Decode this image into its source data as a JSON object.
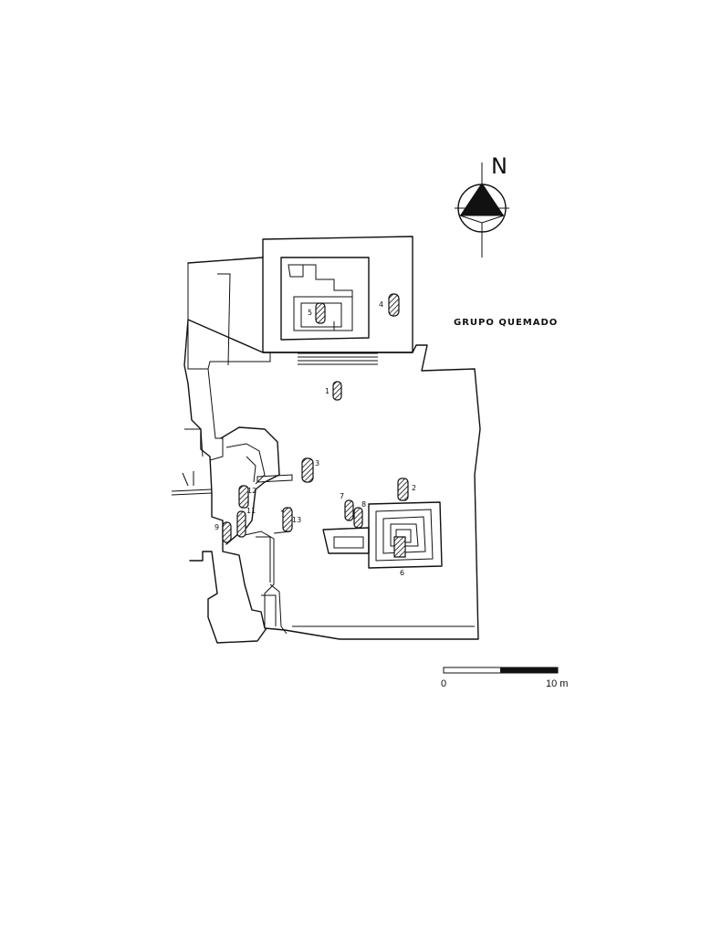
{
  "map": {
    "title": "GRUPO QUEMADO",
    "north_label": "N",
    "scale": {
      "start_label": "0",
      "end_label": "10 m"
    },
    "monuments": [
      {
        "id": "1",
        "label": "1"
      },
      {
        "id": "2",
        "label": "2"
      },
      {
        "id": "3",
        "label": "3"
      },
      {
        "id": "4",
        "label": "4"
      },
      {
        "id": "5",
        "label": "5"
      },
      {
        "id": "6",
        "label": "6"
      },
      {
        "id": "7",
        "label": "7"
      },
      {
        "id": "8",
        "label": "8"
      },
      {
        "id": "9",
        "label": "9"
      },
      {
        "id": "11",
        "label": "11"
      },
      {
        "id": "12",
        "label": "12"
      },
      {
        "id": "13",
        "label": "13"
      }
    ]
  },
  "colors": {
    "ink": "#111111",
    "background": "#ffffff"
  }
}
